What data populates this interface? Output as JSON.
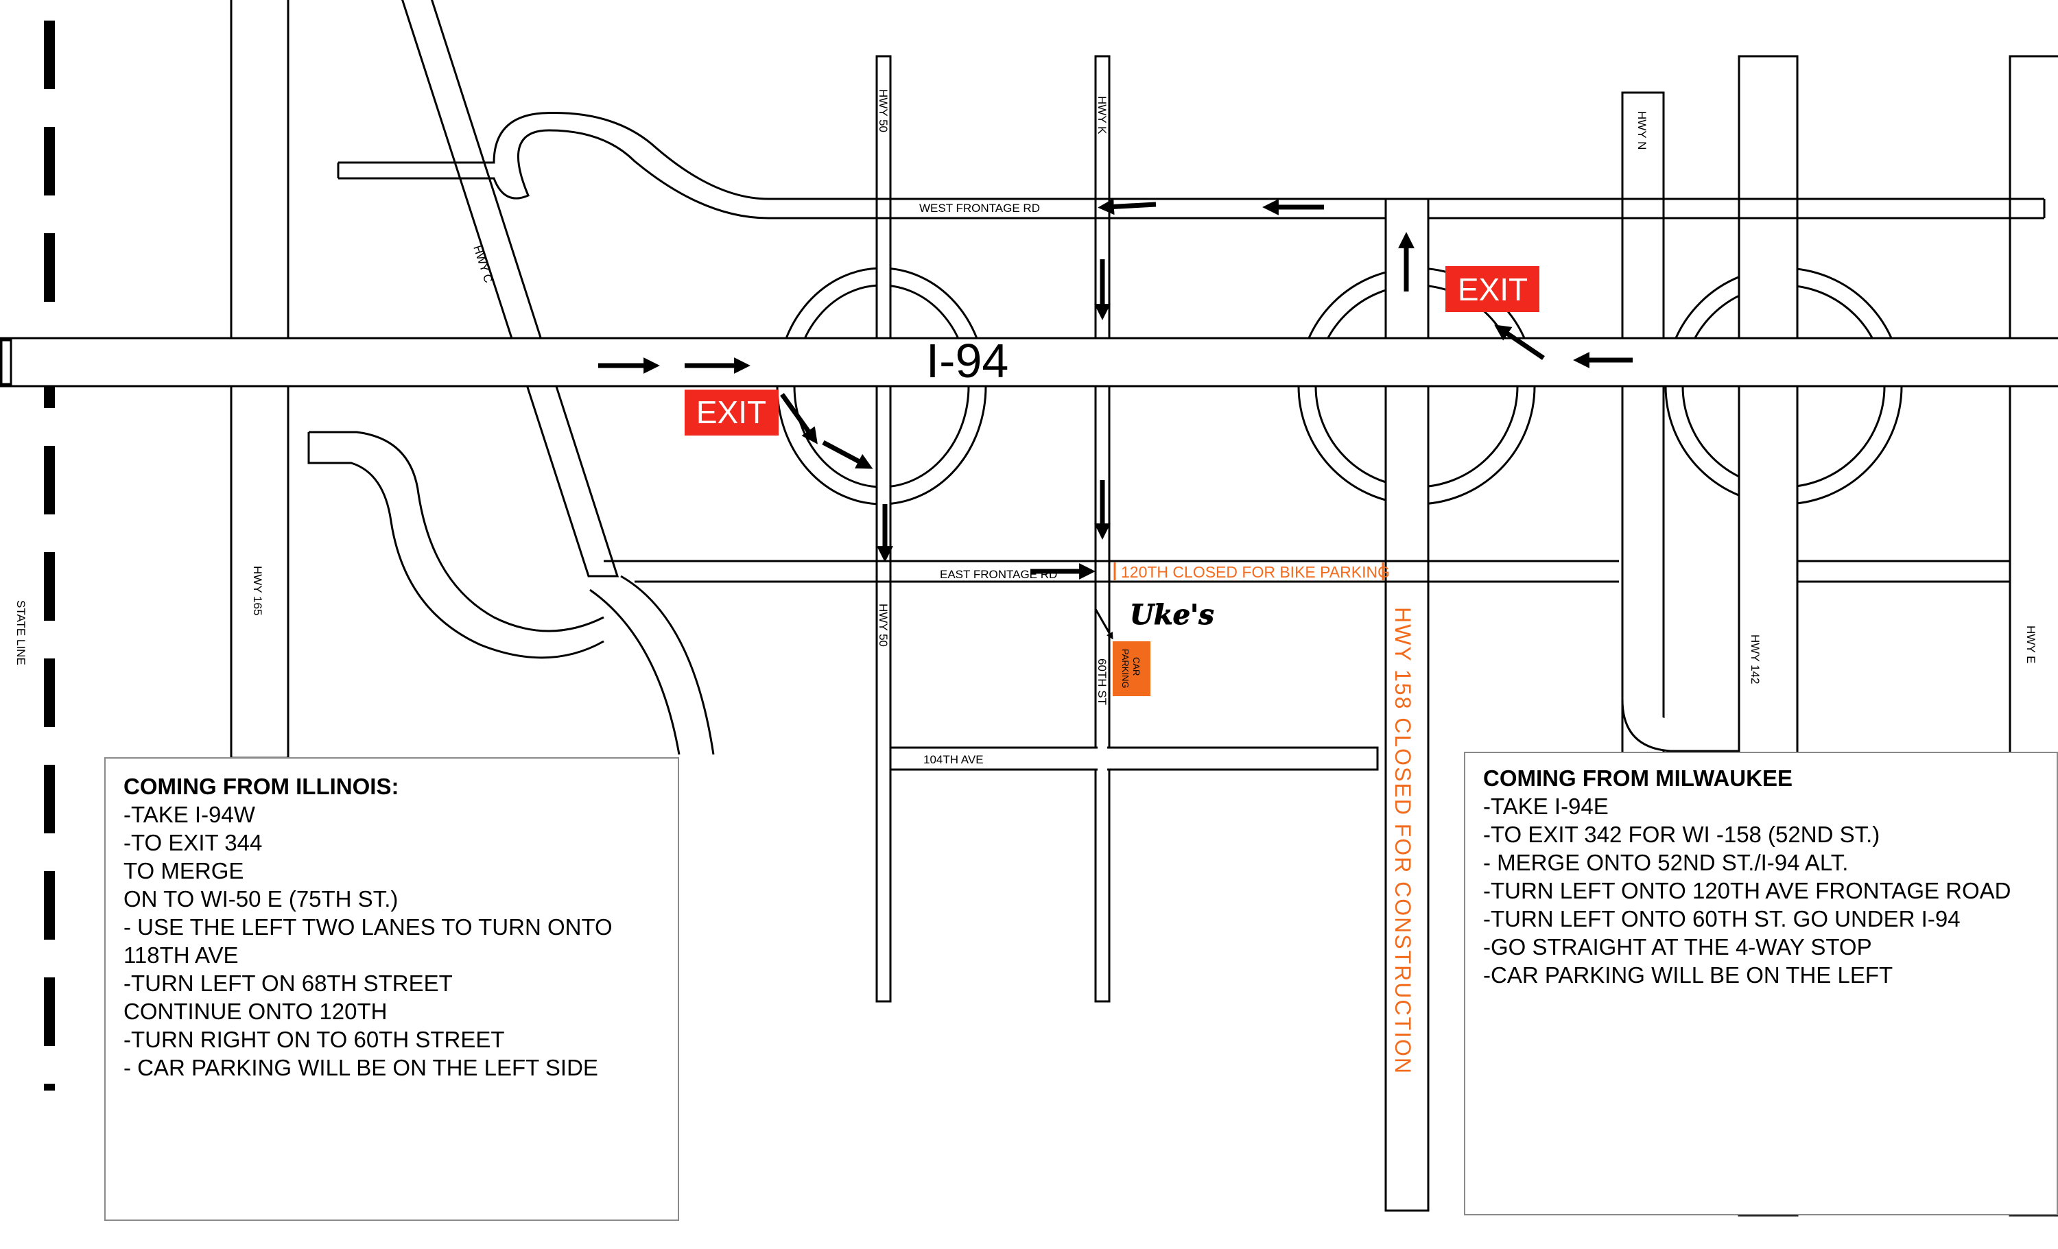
{
  "highway": {
    "name": "I-94"
  },
  "exit_sign": "EXIT",
  "roads": {
    "west_frontage": "WEST FRONTAGE RD",
    "east_frontage": "EAST FRONTAGE RD",
    "hwy_c": "HWY C",
    "hwy_50_top": "HWY 50",
    "hwy_50_bottom": "HWY 50",
    "hwy_k": "HWY K",
    "hwy_n": "HWY N",
    "hwy_165": "HWY 165",
    "hwy_142": "HWY 142",
    "hwy_e": "HWY E",
    "st_60th": "60TH ST",
    "ave_104th": "104TH AVE"
  },
  "state_line": "STATE LINE",
  "closures": {
    "bike_parking": "120TH CLOSED FOR BIKE PARKING",
    "hwy158": "HWY 158 CLOSED FOR CONSTRUCTION"
  },
  "colors": {
    "exit_red": "#f0281e",
    "closure_orange": "#f26b1d",
    "parking_orange": "#f26b1d"
  },
  "venue": {
    "logo": "Uke's",
    "parking": [
      "CAR",
      "PARKING"
    ]
  },
  "directions": {
    "illinois": {
      "title": "COMING FROM ILLINOIS:",
      "lines": [
        "-TAKE I-94W",
        "-TO EXIT 344",
        "TO MERGE",
        "ON TO WI-50 E (75TH ST.)",
        "- USE THE LEFT TWO LANES TO TURN ONTO",
        "118TH AVE",
        "-TURN LEFT ON 68TH STREET",
        "CONTINUE ONTO 120TH",
        "-TURN RIGHT ON TO 60TH STREET",
        "- CAR PARKING WILL BE ON THE LEFT SIDE"
      ]
    },
    "milwaukee": {
      "title": "COMING FROM MILWAUKEE",
      "lines": [
        "-TAKE I-94E",
        "-TO EXIT 342 FOR WI -158 (52ND ST.)",
        "- MERGE ONTO 52ND ST./I-94 ALT.",
        "-TURN LEFT ONTO 120TH AVE FRONTAGE ROAD",
        "-TURN LEFT ONTO 60TH ST. GO UNDER I-94",
        "-GO STRAIGHT AT THE 4-WAY STOP",
        "-CAR PARKING WILL BE ON THE LEFT"
      ]
    }
  }
}
